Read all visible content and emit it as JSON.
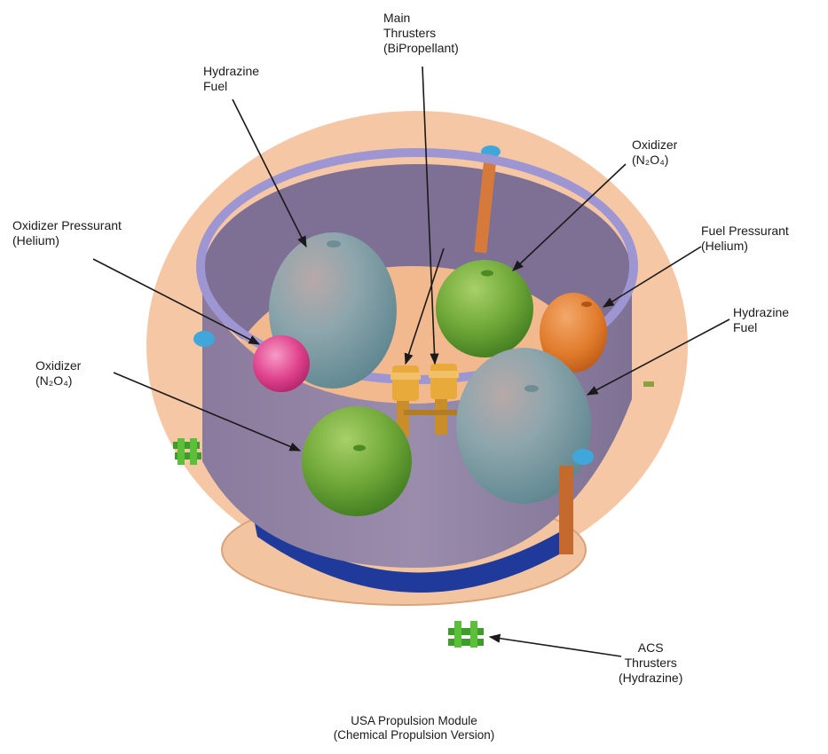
{
  "labels": {
    "hydrazine_fuel_top": {
      "line1": "Hydrazine",
      "line2": "Fuel"
    },
    "main_thrusters": {
      "line1": "Main",
      "line2": "Thrusters",
      "line3": "(BiPropellant)"
    },
    "oxidizer_right": {
      "line1": "Oxidizer",
      "line2": "(N₂O₄)"
    },
    "oxidizer_pressurant": {
      "line1": "Oxidizer Pressurant",
      "line2": "(Helium)"
    },
    "fuel_pressurant": {
      "line1": "Fuel Pressurant",
      "line2": "(Helium)"
    },
    "hydrazine_fuel_right": {
      "line1": "Hydrazine",
      "line2": "Fuel"
    },
    "oxidizer_left": {
      "line1": "Oxidizer",
      "line2": "(N₂O₄)"
    },
    "acs_thrusters": {
      "line1": "ACS",
      "line2": "Thrusters",
      "line3": "(Hydrazine)"
    }
  },
  "caption": {
    "line1": "USA Propulsion Module",
    "line2": "(Chemical Propulsion Version)"
  },
  "colors": {
    "outer_disk": "#f6c7a5",
    "cylinder_wall": "#8d7ea3",
    "cylinder_rim": "#9d96d2",
    "inner_floor": "#f3b98e",
    "base_band": "#1f3a9a",
    "hydrazine_tank": "#7f9fa6",
    "oxidizer_tank": "#6fa838",
    "pressurant_oxidizer": "#e0428d",
    "pressurant_fuel": "#e07a2a",
    "thruster": "#e8aa3a",
    "acs_thruster": "#3f9b2a",
    "valve": "#3fa7d9",
    "arrow": "#1a1a1a"
  }
}
